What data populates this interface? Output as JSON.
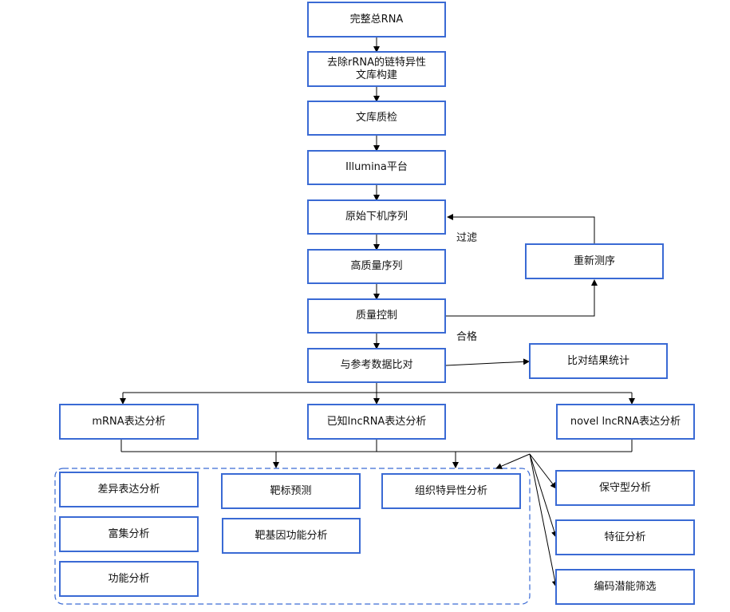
{
  "nodes": {
    "total_rna": "完整总RNA",
    "rrna_removal": "去除rRNA的链特异性\n文库构建",
    "library_qc": "文库质检",
    "illumina": "Illumina平台",
    "raw_reads": "原始下机序列",
    "clean_reads": "高质量序列",
    "quality_control": "质量控制",
    "resequencing": "重新测序",
    "alignment": "与参考数据比对",
    "alignment_stats": "比对结果统计",
    "mrna_expression": "mRNA表达分析",
    "known_lncrna_expression": "已知lncRNA表达分析",
    "novel_lncrna_expression": "novel lncRNA表达分析",
    "differential_expression": "差异表达分析",
    "enrichment": "富集分析",
    "function": "功能分析",
    "target_prediction": "靶标预测",
    "target_gene_function": "靶基因功能分析",
    "tissue_specificity": "组织特异性分析",
    "conservation": "保守型分析",
    "features": "特征分析",
    "coding_potential": "编码潜能筛选"
  },
  "labels": {
    "filter": "过滤",
    "pass": "合格"
  },
  "colors": {
    "box_border": "#3a6ad4",
    "dashed_group": "#3a6ad4",
    "arrow": "#000000",
    "text": "#111111"
  }
}
